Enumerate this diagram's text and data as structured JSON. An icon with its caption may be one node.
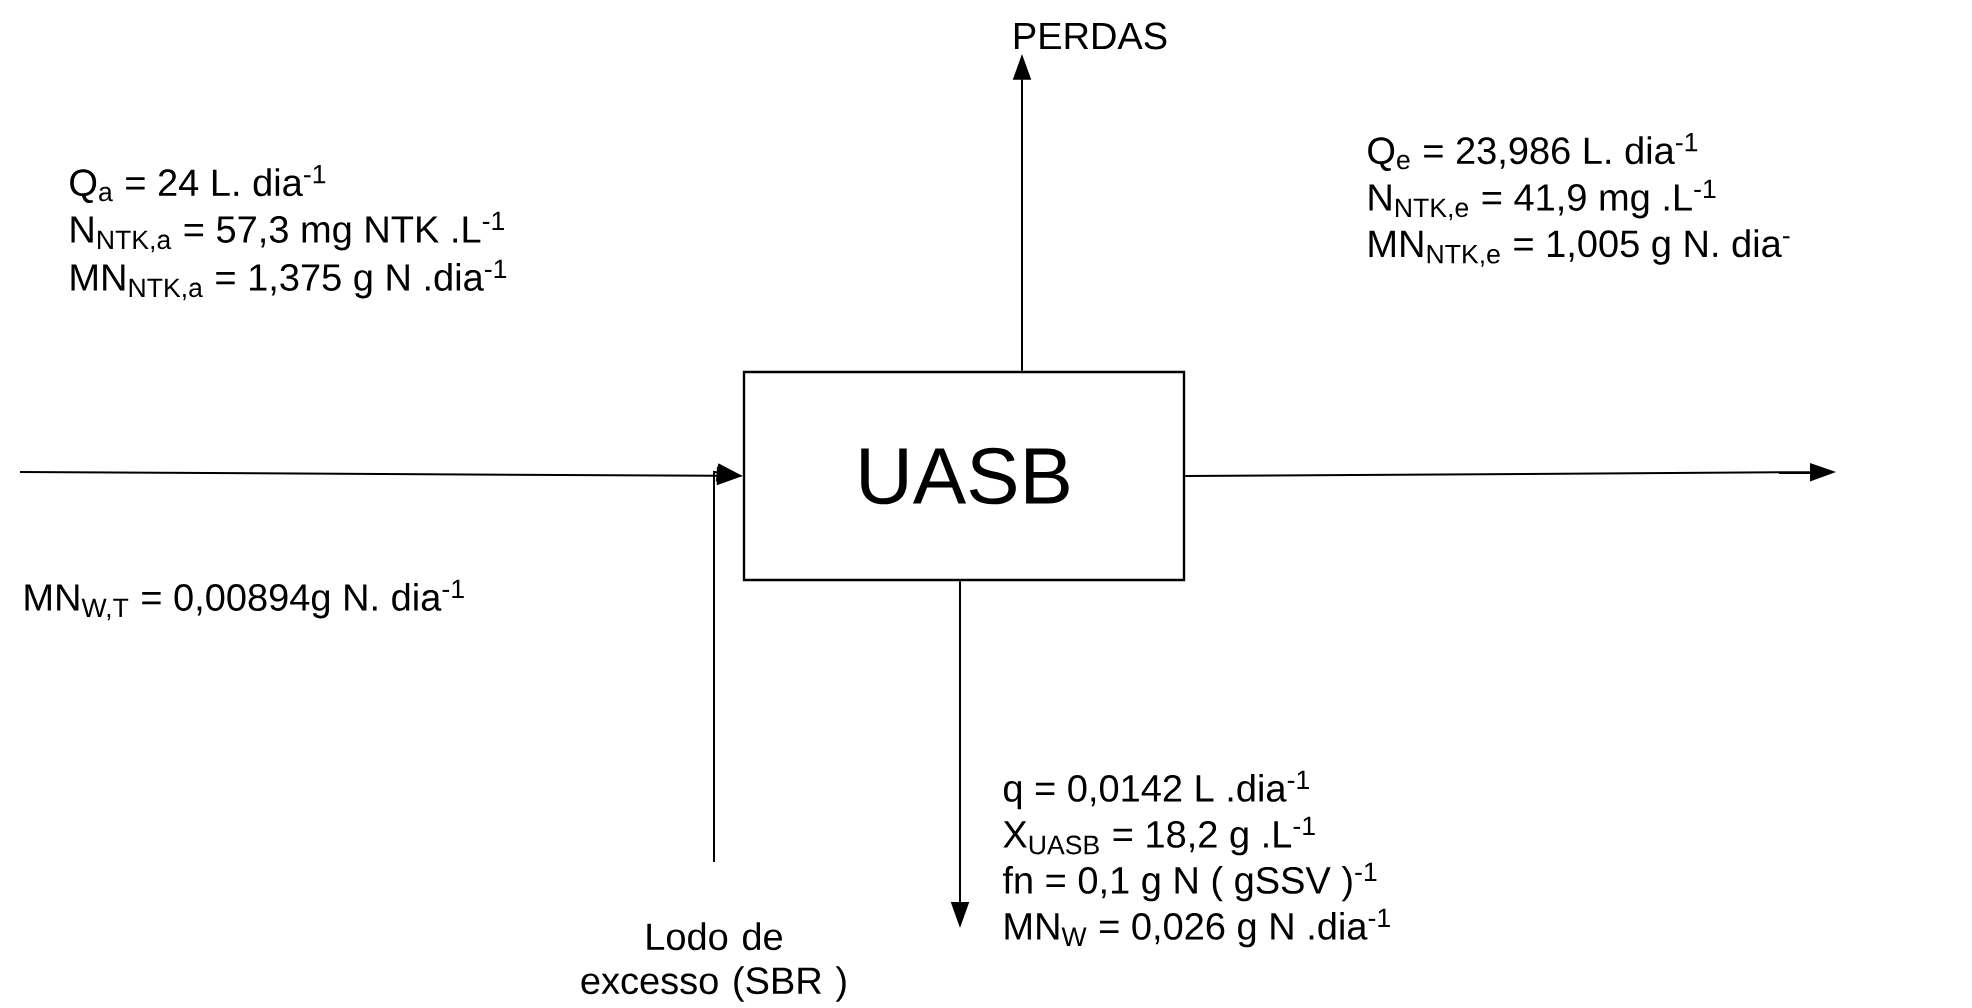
{
  "diagram": {
    "nodes": [
      {
        "text": [
          "UASB"
        ]
      },
      {
        "text": [
          "PERDAS"
        ]
      },
      {
        "text": [
          "Lodo de excesso (SBR )"
        ]
      }
    ],
    "edges": [
      {
        "from": null,
        "to": 0,
        "arrow": "to"
      },
      {
        "from": 0,
        "to": null,
        "arrow": "to"
      },
      {
        "from": 0,
        "to": 1,
        "arrow": "to"
      },
      {
        "from": 0,
        "to": null,
        "arrow": "to"
      },
      {
        "from": 2,
        "to": 0,
        "arrow": "to"
      }
    ],
    "labels": [
      "Q$_{a}$ = 24 L. dia$^{-1}$",
      "N$_{NTK,a}$ = 57,3 mg NTK .L$^{-1}$",
      "MN$_{NTK,a}$ = 1,375 g N .dia$^{-1}$",
      "Q$_{e}$ = 23,986 L. dia$^{-1}$",
      "N$_{NTK,e}$ = 41,9 mg .L$^{-1}$",
      "MN$_{NTK,e}$ = 1,005 g N. dia$^{-}$",
      "MN$_{W,T}$ = 0,00894g N. dia$^{-1}$",
      "q = 0,0142 L .dia$^{-1}$",
      "X$_{UASB}$ = 18,2 g .L$^{-1}$",
      "fn = 0,1 g N ( gSSV )$^{-1}$",
      "MN$_{W}$ = 0,026 g N .dia$^{-1}$"
    ]
  }
}
